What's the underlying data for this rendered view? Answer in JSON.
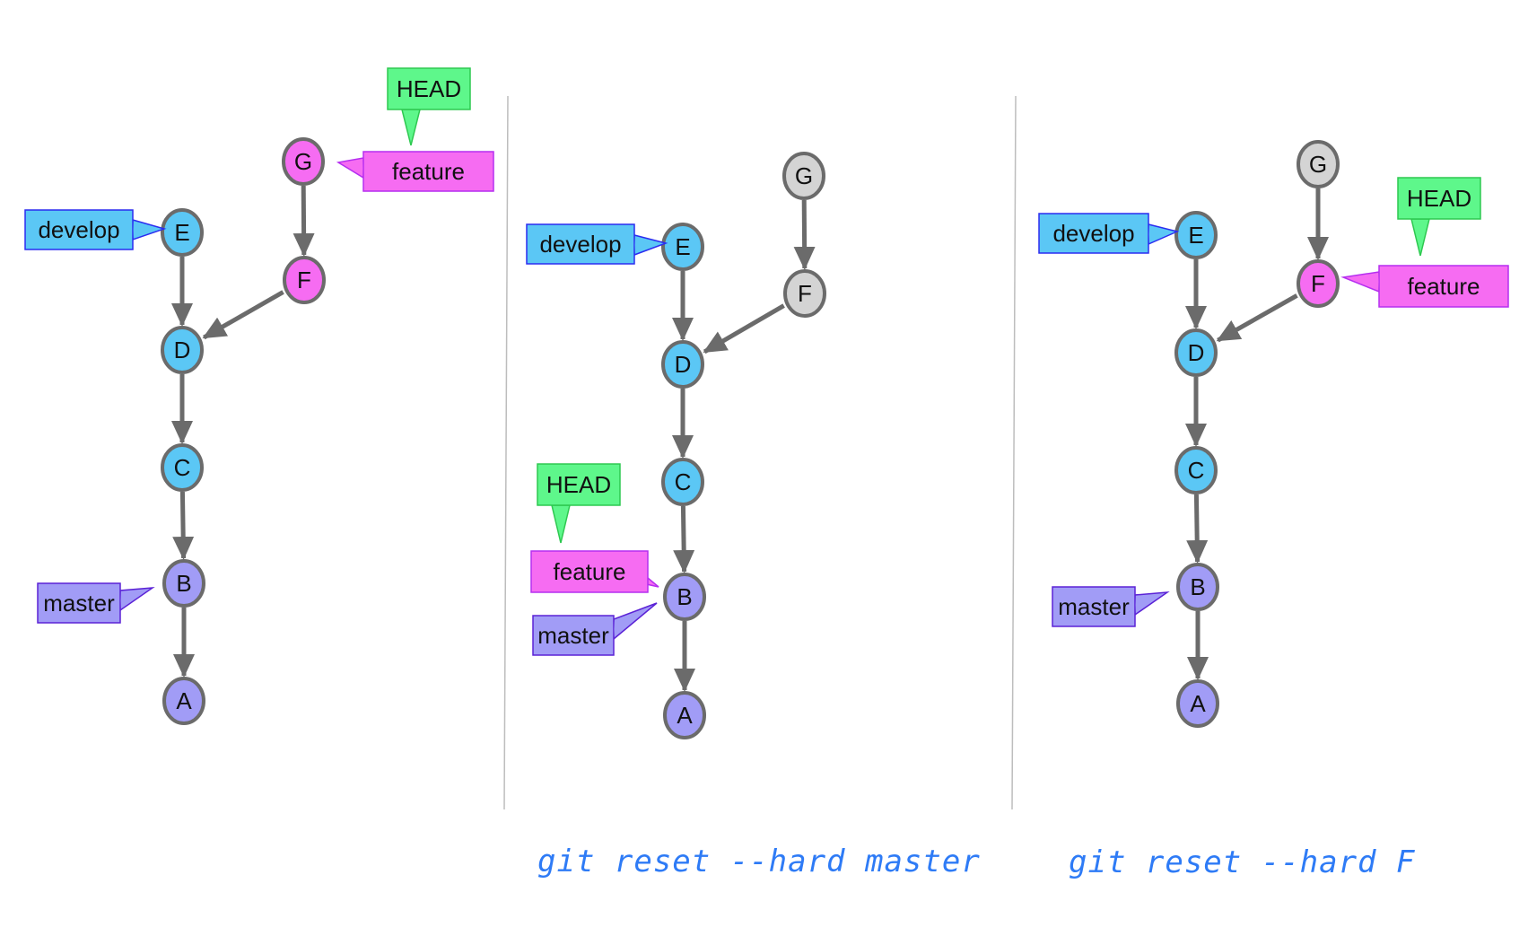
{
  "colors": {
    "commit_blue": "#5bc7f5",
    "commit_purple": "#a19cf6",
    "commit_pink": "#f66cf2",
    "commit_gray": "#d4d4d4",
    "node_stroke": "#6b6b6b",
    "arrow": "#6b6b6b",
    "develop_fill": "#5bc7f5",
    "develop_stroke": "#2b2cf0",
    "master_fill": "#a19cf6",
    "master_stroke": "#5b22d6",
    "feature_fill": "#f66cf2",
    "feature_stroke": "#b52ff0",
    "head_fill": "#5ef78b",
    "head_stroke": "#2ec850",
    "command_text": "#2e7bf6",
    "divider": "#bdbdbd"
  },
  "panels": [
    {
      "commits": [
        {
          "id": "A",
          "color": "purple"
        },
        {
          "id": "B",
          "color": "purple"
        },
        {
          "id": "C",
          "color": "blue"
        },
        {
          "id": "D",
          "color": "blue"
        },
        {
          "id": "E",
          "color": "blue"
        },
        {
          "id": "F",
          "color": "pink"
        },
        {
          "id": "G",
          "color": "pink"
        }
      ],
      "edges": [
        [
          "E",
          "D"
        ],
        [
          "D",
          "C"
        ],
        [
          "C",
          "B"
        ],
        [
          "B",
          "A"
        ],
        [
          "G",
          "F"
        ],
        [
          "F",
          "D"
        ]
      ],
      "labels": [
        {
          "text": "develop",
          "kind": "develop",
          "target": "E"
        },
        {
          "text": "master",
          "kind": "master",
          "target": "B"
        },
        {
          "text": "feature",
          "kind": "feature",
          "target": "G"
        },
        {
          "text": "HEAD",
          "kind": "head",
          "target": "feature"
        }
      ],
      "command": ""
    },
    {
      "commits": [
        {
          "id": "A",
          "color": "purple"
        },
        {
          "id": "B",
          "color": "purple"
        },
        {
          "id": "C",
          "color": "blue"
        },
        {
          "id": "D",
          "color": "blue"
        },
        {
          "id": "E",
          "color": "blue"
        },
        {
          "id": "F",
          "color": "gray"
        },
        {
          "id": "G",
          "color": "gray"
        }
      ],
      "edges": [
        [
          "E",
          "D"
        ],
        [
          "D",
          "C"
        ],
        [
          "C",
          "B"
        ],
        [
          "B",
          "A"
        ],
        [
          "G",
          "F"
        ],
        [
          "F",
          "D"
        ]
      ],
      "labels": [
        {
          "text": "develop",
          "kind": "develop",
          "target": "E"
        },
        {
          "text": "feature",
          "kind": "feature",
          "target": "B"
        },
        {
          "text": "master",
          "kind": "master",
          "target": "B"
        },
        {
          "text": "HEAD",
          "kind": "head",
          "target": "feature"
        }
      ],
      "command": "git reset --hard master"
    },
    {
      "commits": [
        {
          "id": "A",
          "color": "purple"
        },
        {
          "id": "B",
          "color": "purple"
        },
        {
          "id": "C",
          "color": "blue"
        },
        {
          "id": "D",
          "color": "blue"
        },
        {
          "id": "E",
          "color": "blue"
        },
        {
          "id": "F",
          "color": "pink"
        },
        {
          "id": "G",
          "color": "gray"
        }
      ],
      "edges": [
        [
          "E",
          "D"
        ],
        [
          "D",
          "C"
        ],
        [
          "C",
          "B"
        ],
        [
          "B",
          "A"
        ],
        [
          "G",
          "F"
        ],
        [
          "F",
          "D"
        ]
      ],
      "labels": [
        {
          "text": "develop",
          "kind": "develop",
          "target": "E"
        },
        {
          "text": "master",
          "kind": "master",
          "target": "B"
        },
        {
          "text": "feature",
          "kind": "feature",
          "target": "F"
        },
        {
          "text": "HEAD",
          "kind": "head",
          "target": "feature"
        }
      ],
      "command": "git reset --hard F"
    }
  ]
}
